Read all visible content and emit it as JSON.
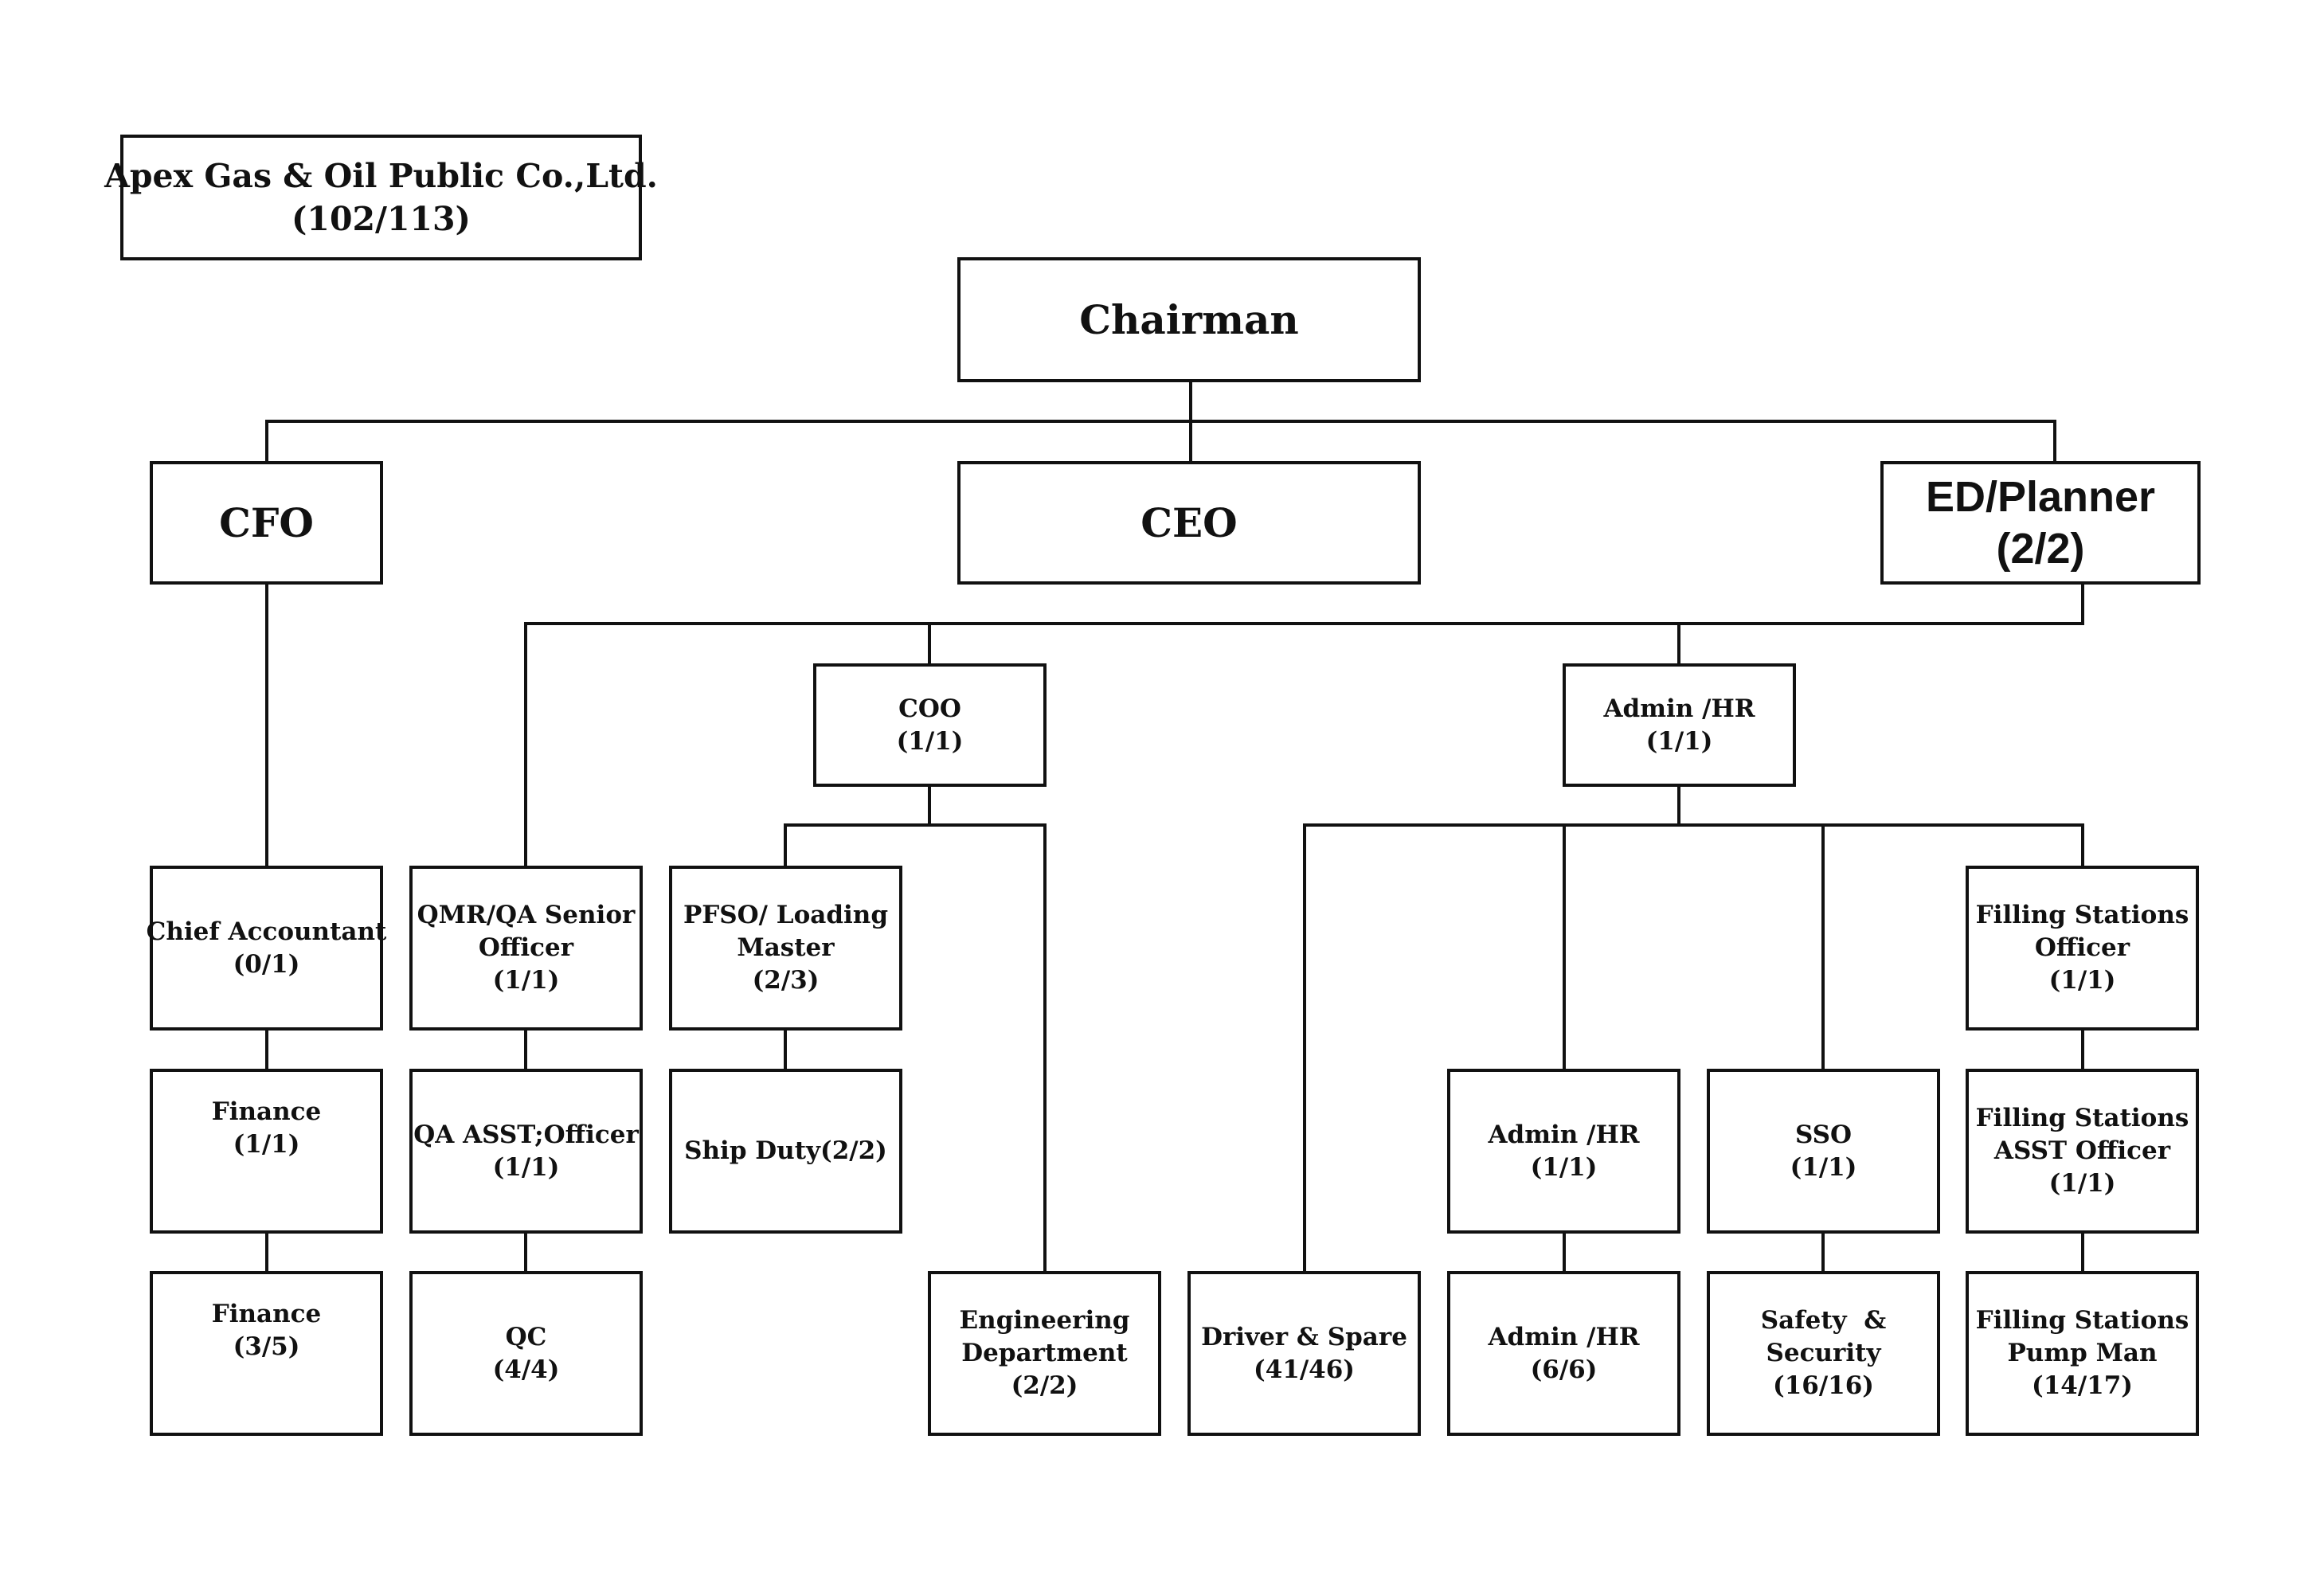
{
  "company": {
    "name": "Apex Gas & Oil Public Co.,Ltd.",
    "count": "(102/113)"
  },
  "nodes": {
    "chairman": "Chairman",
    "cfo": "CFO",
    "ceo": "CEO",
    "ed_planner": {
      "title": "ED/Planner",
      "count": "(2/2)"
    },
    "coo": {
      "title": "COO",
      "count": "(1/1)"
    },
    "admin_hr_head": {
      "title": "Admin /HR",
      "count": "(1/1)"
    },
    "chief_accountant": {
      "title": "Chief Accountant",
      "count": "(0/1)"
    },
    "finance_1": {
      "title": "Finance",
      "count": "(1/1)"
    },
    "finance_2": {
      "title": "Finance",
      "count": "(3/5)"
    },
    "qmr_qa": {
      "line1": "QMR/QA Senior",
      "line2": "Officer",
      "count": "(1/1)"
    },
    "qa_asst": {
      "title": "QA ASST;Officer",
      "count": "(1/1)"
    },
    "qc": {
      "title": "QC",
      "count": "(4/4)"
    },
    "pfso": {
      "line1": "PFSO/ Loading",
      "line2": "Master",
      "count": "(2/3)"
    },
    "ship_duty": "Ship Duty(2/2)",
    "engineering": {
      "line1": "Engineering",
      "line2": "Department",
      "count": "(2/2)"
    },
    "driver": {
      "title": "Driver & Spare",
      "count": "(41/46)"
    },
    "admin_hr_2": {
      "title": "Admin /HR",
      "count": "(1/1)"
    },
    "admin_hr_3": {
      "title": "Admin /HR",
      "count": "(6/6)"
    },
    "sso": {
      "title": "SSO",
      "count": "(1/1)"
    },
    "safety": {
      "line1": "Safety  &",
      "line2": "Security",
      "count": "(16/16)"
    },
    "fs_officer": {
      "line1": "Filling Stations",
      "line2": "Officer",
      "count": "(1/1)"
    },
    "fs_asst": {
      "line1": "Filling Stations",
      "line2": "ASST Officer",
      "count": "(1/1)"
    },
    "fs_pump": {
      "line1": "Filling Stations",
      "line2": "Pump Man",
      "count": "(14/17)"
    }
  }
}
